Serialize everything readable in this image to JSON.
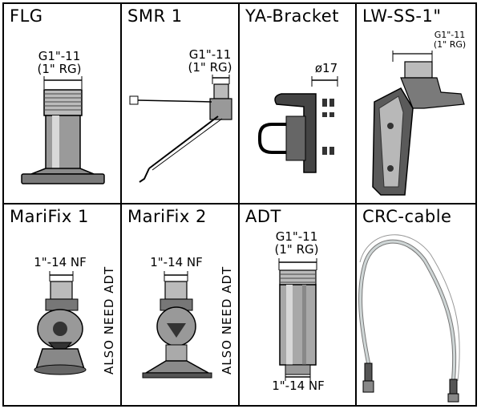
{
  "products": [
    {
      "id": "flg",
      "title": "FLG",
      "dim_line1": "G1\"-11",
      "dim_line2": "(1\" RG)"
    },
    {
      "id": "smr1",
      "title": "SMR 1",
      "dim_line1": "G1\"-11",
      "dim_line2": "(1\" RG)"
    },
    {
      "id": "ya-bracket",
      "title": "YA-Bracket",
      "dim_line1": "ø17"
    },
    {
      "id": "lw-ss-1",
      "title": "LW-SS-1\"",
      "dim_line1": "G1\"-11",
      "dim_line2": "(1\" RG)"
    },
    {
      "id": "marifix1",
      "title": "MariFix 1",
      "dim_line1": "1\"-14 NF",
      "note": "ALSO NEED ADT"
    },
    {
      "id": "marifix2",
      "title": "MariFix 2",
      "dim_line1": "1\"-14 NF",
      "note": "ALSO NEED ADT"
    },
    {
      "id": "adt",
      "title": "ADT",
      "dim_line1": "G1\"-11",
      "dim_line2": "(1\" RG)",
      "dim_bottom": "1\"-14 NF"
    },
    {
      "id": "crc-cable",
      "title": "CRC-cable"
    }
  ]
}
